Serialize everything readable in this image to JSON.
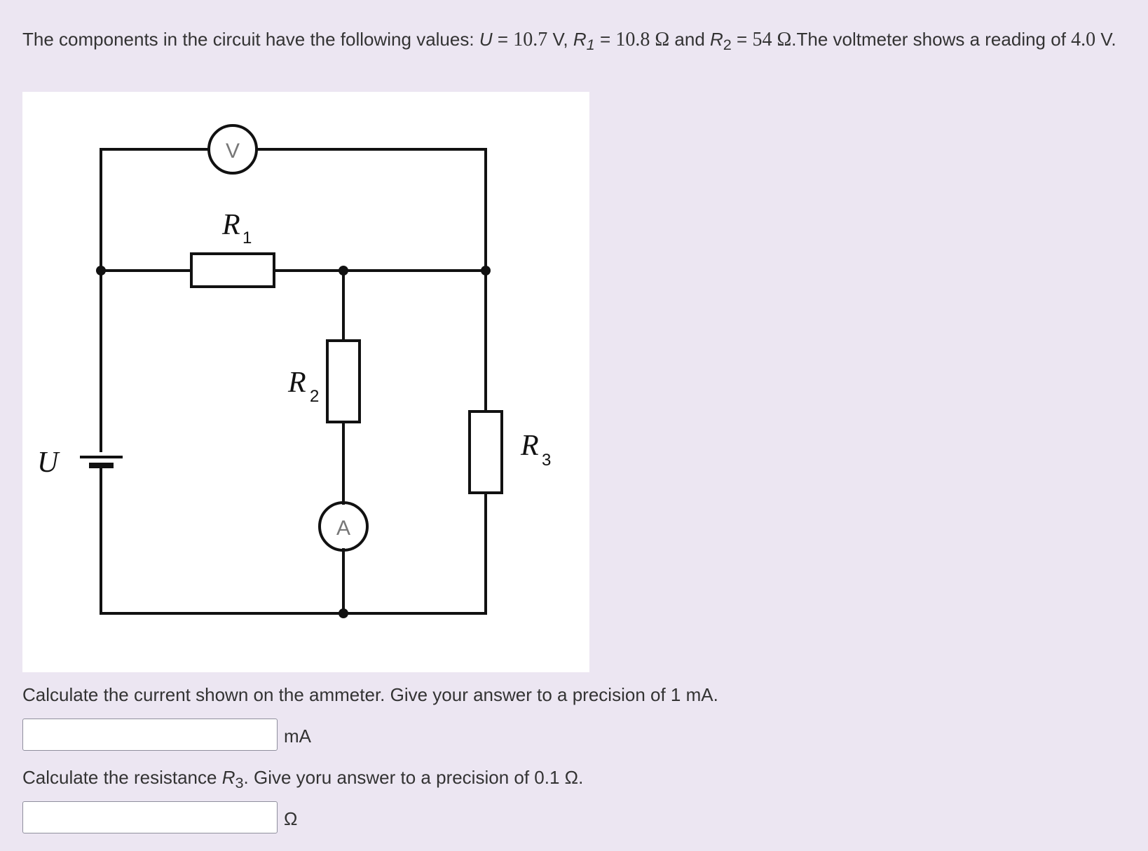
{
  "question": {
    "intro": "The components in the circuit have the following values:",
    "u_symbol": "U",
    "u_eq": " = ",
    "u_value": "10.7",
    "u_unit": " V, ",
    "r1_symbol": "R",
    "r1_sub": "1",
    "r1_eq": " = ",
    "r1_value": "10.8 Ω",
    "and_text": " and ",
    "r2_symbol": "R",
    "r2_sub": "2",
    "r2_eq": " = ",
    "r2_value": "54 Ω",
    "voltmeter_text": ".The voltmeter shows a reading of",
    "reading_value": "4.0",
    "reading_unit": " V."
  },
  "circuit": {
    "voltmeter_label": "V",
    "ammeter_label": "A",
    "r1_letter": "R",
    "r1_sub": "1",
    "r2_letter": "R",
    "r2_sub": "2",
    "r3_letter": "R",
    "r3_sub": "3",
    "source_label": "U"
  },
  "q1": {
    "prompt": "Calculate the current shown on the ammeter. Give your answer to a precision of 1 mA.",
    "value": "",
    "unit": "mA"
  },
  "q2": {
    "prompt_before": "Calculate the resistance ",
    "r_symbol": "R",
    "r_sub": "3",
    "prompt_after": ". Give yoru answer to a precision of 0.1 Ω.",
    "value": "",
    "unit": "Ω"
  }
}
